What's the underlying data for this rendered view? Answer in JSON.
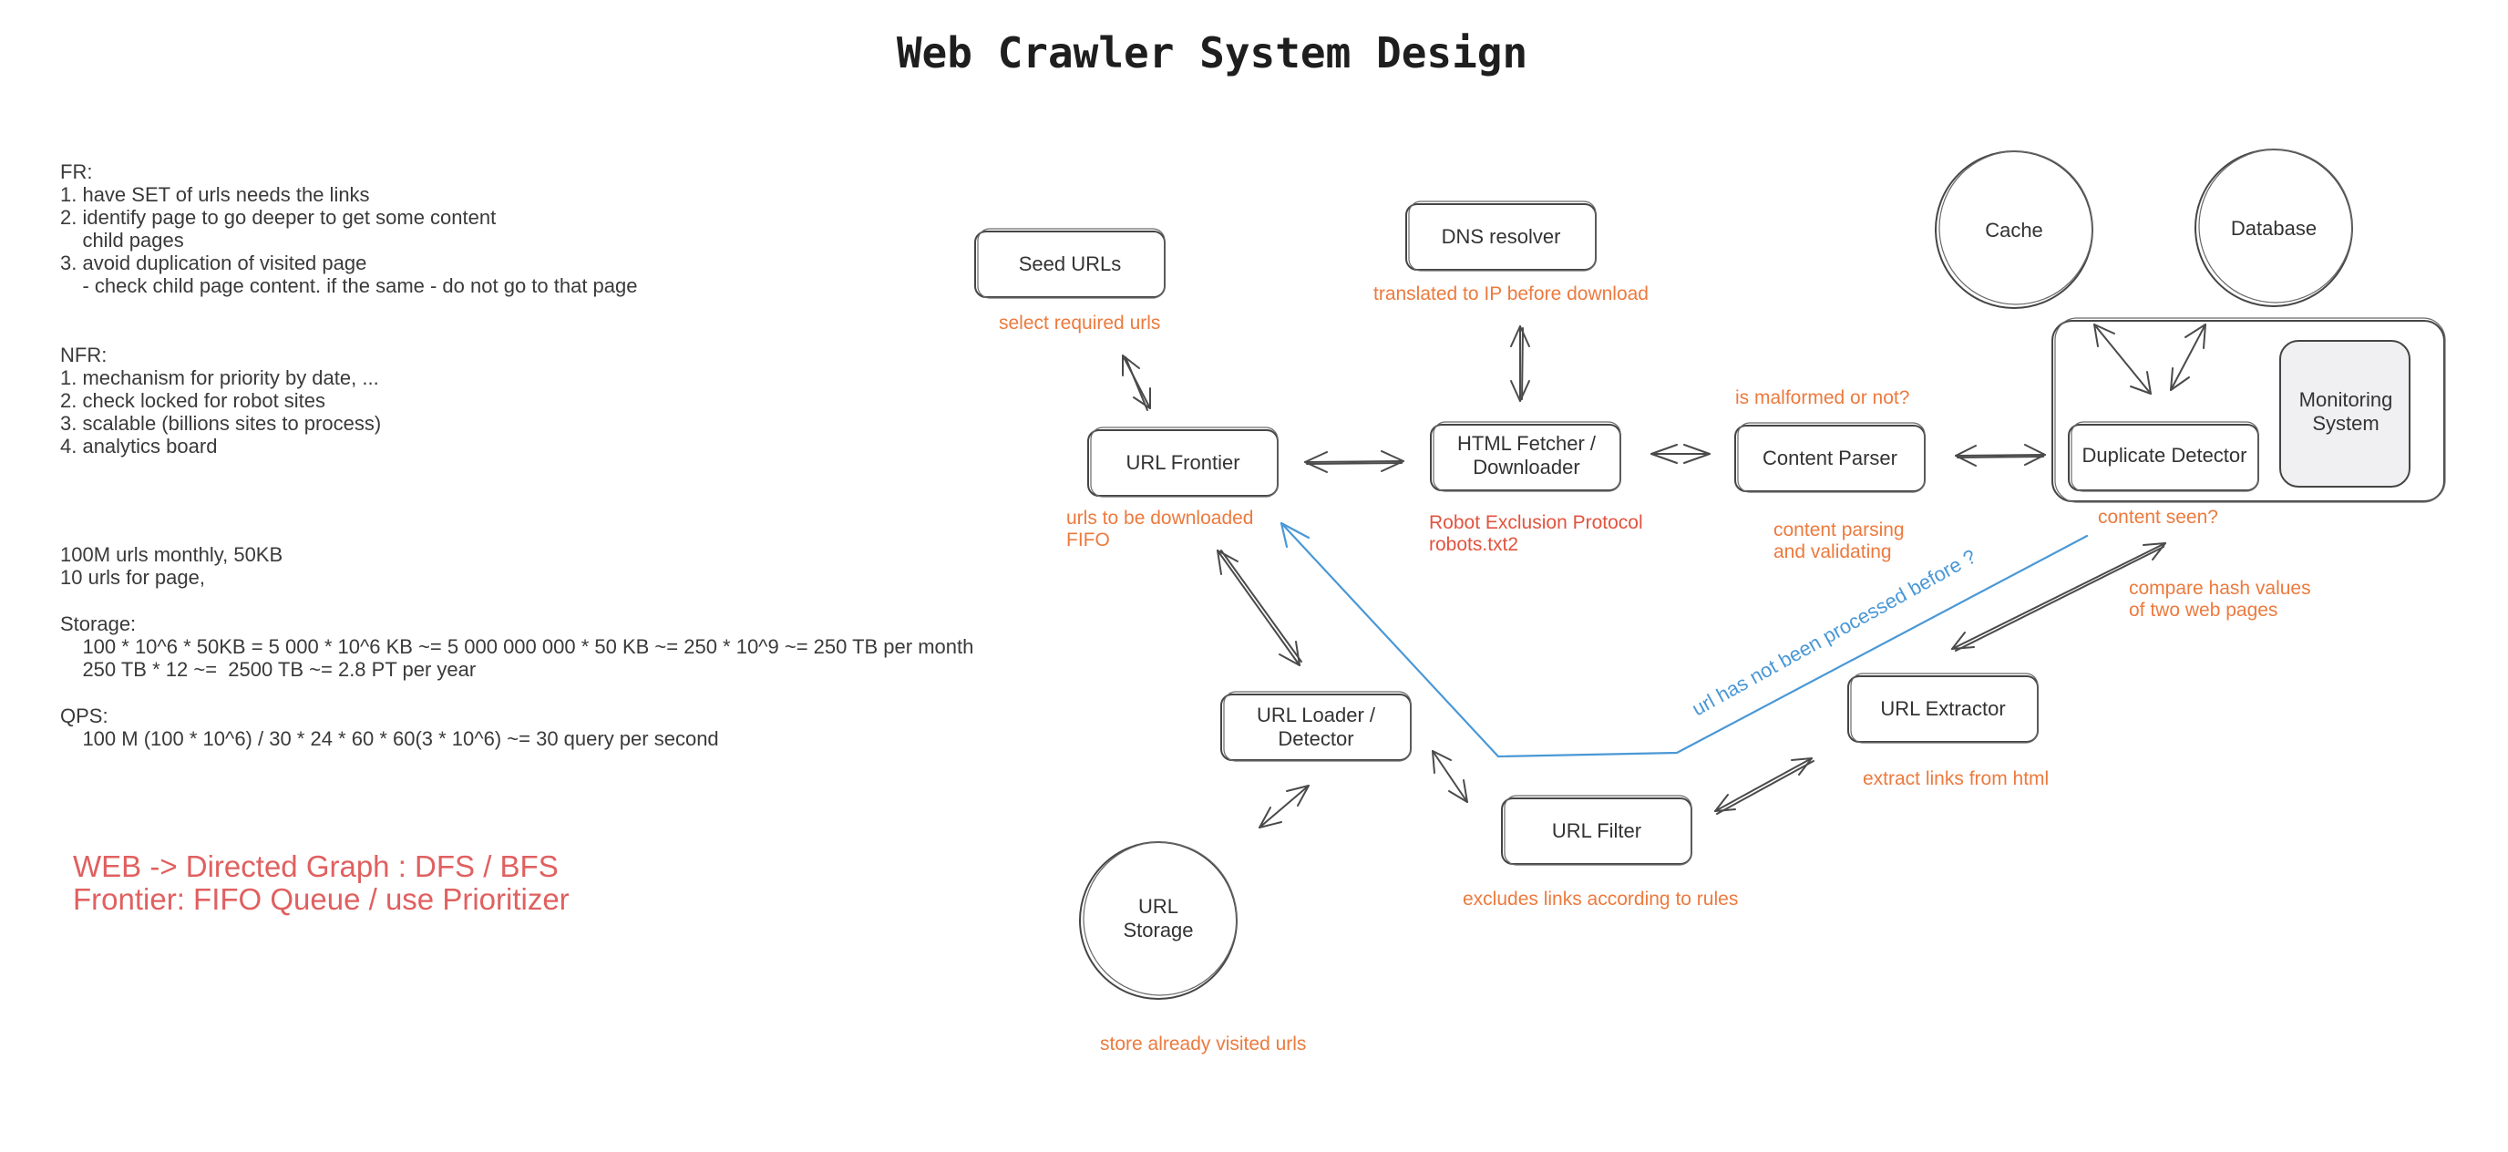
{
  "title": "Web Crawler System Design",
  "requirements": {
    "fr_lines": [
      "FR:",
      "1. have SET of urls needs the links",
      "2. identify page to go deeper to get some content",
      "    child pages",
      "3. avoid duplication of visited page",
      "    - check child page content. if the same - do not go to that page"
    ],
    "nfr_lines": [
      "NFR:",
      "1. mechanism for priority by date, ...",
      "2. check locked for robot sites",
      "3. scalable (billions sites to process)",
      "4. analytics board"
    ],
    "estimate_lines": [
      "100M urls monthly, 50KB",
      "10 urls for page,",
      "",
      "Storage:",
      "    100 * 10^6 * 50KB = 5 000 * 10^6 KB ~= 5 000 000 000 * 50 KB ~= 250 * 10^9 ~= 250 TB per month",
      "    250 TB * 12 ~=  2500 TB ~= 2.8 PT per year",
      "",
      "QPS:",
      "    100 M (100 * 10^6) / 30 * 24 * 60 * 60(3 * 10^6) ~= 30 query per second"
    ],
    "highlight_lines": [
      "WEB -> Directed Graph : DFS / BFS",
      "Frontier: FIFO Queue / use Prioritizer"
    ]
  },
  "nodes": {
    "seed_urls": "Seed URLs",
    "dns_resolver": "DNS resolver",
    "cache": "Cache",
    "database": "Database",
    "url_frontier": "URL Frontier",
    "html_fetcher": [
      "HTML Fetcher /",
      "Downloader"
    ],
    "content_parser": "Content Parser",
    "duplicate_detector": "Duplicate Detector",
    "monitoring_system": [
      "Monitoring",
      "System"
    ],
    "url_loader": [
      "URL Loader /",
      "Detector"
    ],
    "url_extractor": "URL Extractor",
    "url_filter": "URL Filter",
    "url_storage": [
      "URL",
      "Storage"
    ]
  },
  "annotations": {
    "seed_urls": "select required urls",
    "dns_resolver": "translated to IP before download",
    "url_frontier": [
      "urls to be downloaded",
      "FIFO"
    ],
    "html_fetcher": [
      "Robot Exclusion Protocol",
      "robots.txt2"
    ],
    "parser_top": "is malformed or not?",
    "content_parser": [
      "content parsing",
      "and validating"
    ],
    "content_seen": "content seen?",
    "compare_hash": [
      "compare hash values",
      "of two web pages"
    ],
    "url_extractor": "extract links from html",
    "url_filter": "excludes links according to rules",
    "url_storage": "store already visited urls",
    "not_processed": "url has not been processed before ?"
  },
  "colors": {
    "stroke": "#454545",
    "annotation": "#ec7a3e",
    "annotation_red": "#e2533f",
    "highlight": "#e06060",
    "flow_blue": "#4a98d6",
    "monitor_fill": "#f0f0f2"
  }
}
